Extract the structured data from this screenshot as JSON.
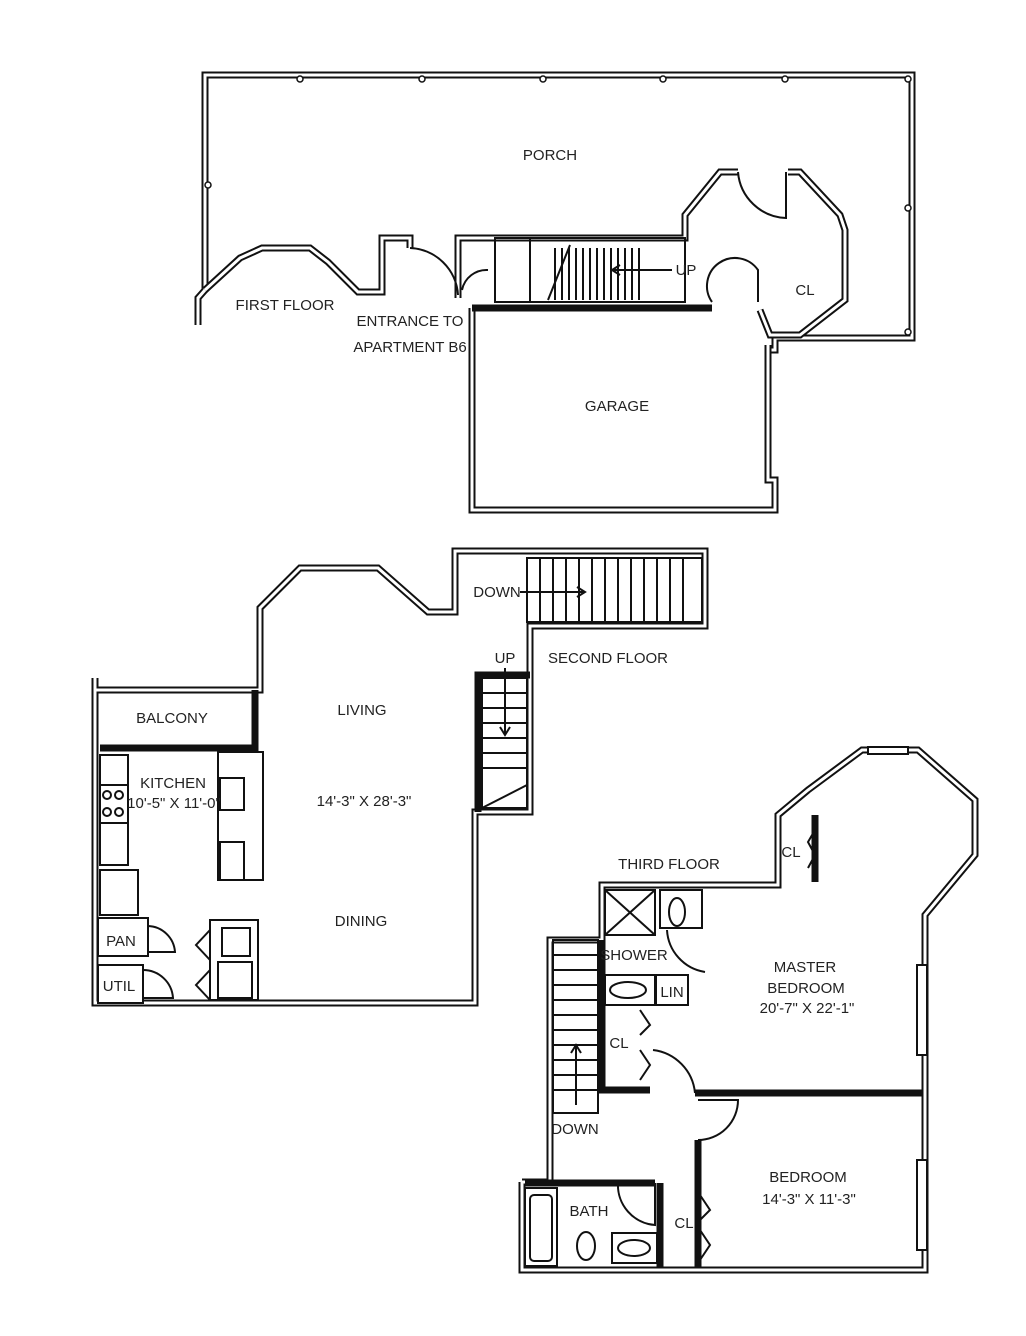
{
  "first_floor": {
    "title": "FIRST FLOOR",
    "porch": "PORCH",
    "entrance_line1": "ENTRANCE TO",
    "entrance_line2": "APARTMENT B6",
    "stair_up": "UP",
    "closet": "CL",
    "garage": "GARAGE"
  },
  "second_floor": {
    "title": "SECOND FLOOR",
    "stair_down": "DOWN",
    "stair_up": "UP",
    "balcony": "BALCONY",
    "kitchen": "KITCHEN",
    "kitchen_size": "10'-5\" X 11'-0\"",
    "living": "LIVING",
    "living_size": "14'-3\" X 28'-3\"",
    "dining": "DINING",
    "pantry": "PAN",
    "utility": "UTIL"
  },
  "third_floor": {
    "title": "THIRD FLOOR",
    "closet_master_top": "CL",
    "shower": "SHOWER",
    "linen": "LIN",
    "master_bedroom_line1": "MASTER",
    "master_bedroom_line2": "BEDROOM",
    "master_bedroom_size": "20'-7\" X 22'-1\"",
    "closet_hall": "CL",
    "stair_down": "DOWN",
    "bath": "BATH",
    "closet_bedroom": "CL",
    "bedroom": "BEDROOM",
    "bedroom_size": "14'-3\" X 11'-3\""
  }
}
